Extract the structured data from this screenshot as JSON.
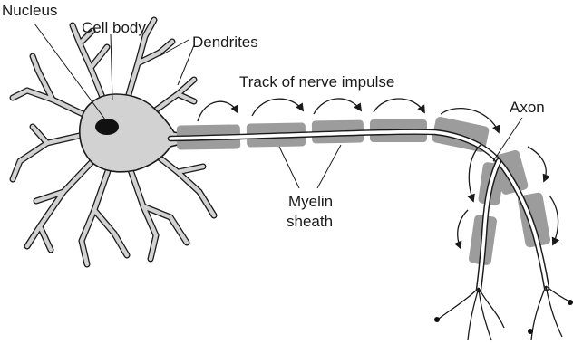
{
  "labels": {
    "nucleus": "Nucleus",
    "cell_body": "Cell body",
    "dendrites": "Dendrites",
    "track": "Track of nerve impulse",
    "axon": "Axon",
    "myelin_line1": "Myelin",
    "myelin_line2": "sheath"
  },
  "colors": {
    "cell_fill": "#d2d2d2",
    "myelin_fill": "#9c9c9c",
    "outline": "#1a1a1a",
    "nucleus_fill": "#111111",
    "axon_fill": "#ffffff"
  }
}
